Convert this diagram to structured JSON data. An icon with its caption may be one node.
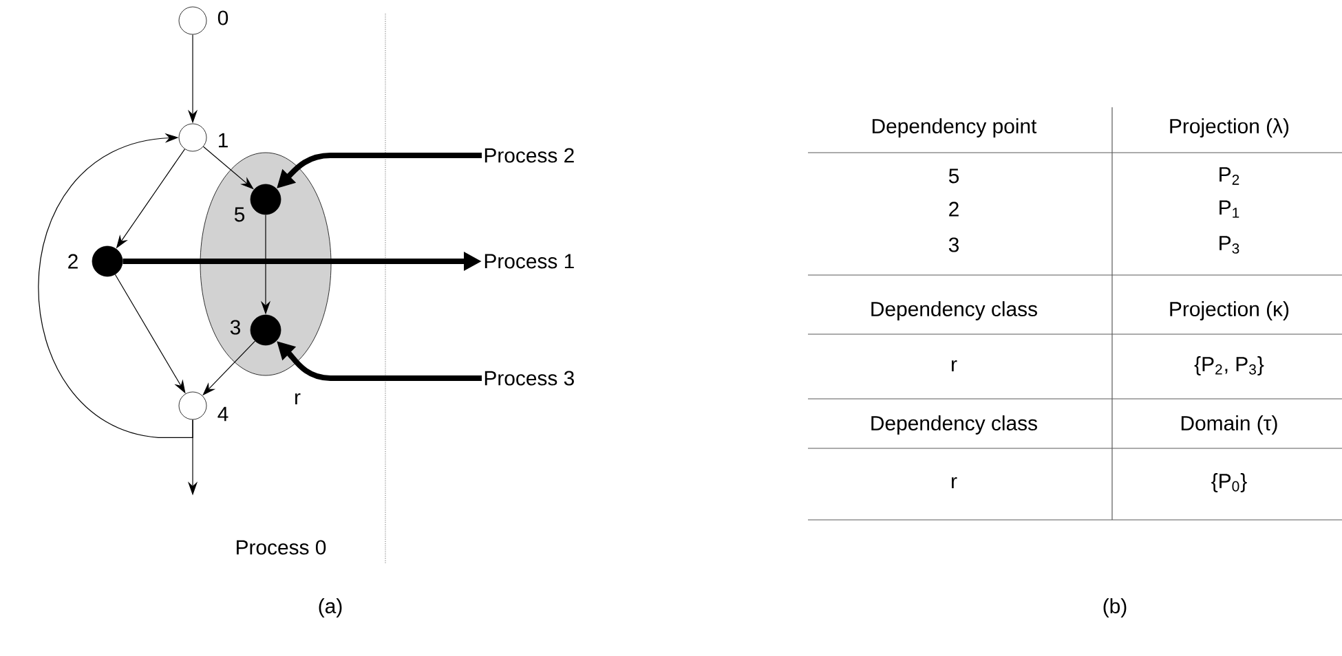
{
  "diagram": {
    "nodes": [
      {
        "text": [],
        "shape": "circle",
        "beside": [
          "0"
        ]
      },
      {
        "text": [],
        "shape": "circle",
        "beside": [
          "1"
        ]
      },
      {
        "text": [],
        "shape": "ellipse",
        "beside": [
          "r"
        ]
      },
      {
        "text": [],
        "shape": "circle",
        "beside": [
          "5"
        ],
        "in": 2
      },
      {
        "text": [],
        "shape": "circle",
        "beside": [
          "2"
        ]
      },
      {
        "text": [],
        "shape": "circle",
        "beside": [
          "3"
        ],
        "in": 2
      },
      {
        "text": [],
        "shape": "circle",
        "beside": [
          "4"
        ]
      },
      {
        "text": [
          "Process 2"
        ]
      },
      {
        "text": [
          "Process 1"
        ]
      },
      {
        "text": [
          "Process 3"
        ]
      }
    ],
    "edges": [
      {
        "from": 0,
        "to": 1,
        "arrow": "to"
      },
      {
        "from": 1,
        "to": 3,
        "arrow": "to"
      },
      {
        "from": 1,
        "to": 4,
        "arrow": "to"
      },
      {
        "from": 3,
        "to": 5,
        "arrow": "to"
      },
      {
        "from": 4,
        "to": 6,
        "arrow": "to"
      },
      {
        "from": 5,
        "to": 6,
        "arrow": "to"
      },
      {
        "from": 6,
        "to": 1,
        "arrow": "to"
      },
      {
        "from": 6,
        "to": null,
        "arrow": "to"
      },
      {
        "from": 4,
        "to": 8,
        "arrow": "to",
        "style": "thick"
      },
      {
        "from": 7,
        "to": 3,
        "arrow": "to",
        "style": "thick"
      },
      {
        "from": 9,
        "to": 5,
        "arrow": "to",
        "style": "thick"
      }
    ],
    "labels": [
      "Process 0",
      "(a)",
      "(b)",
      "Dependency point",
      "Projection  (λ)",
      "5",
      "P$_{2}$",
      "2",
      "P$_{1}$",
      "3",
      "P$_{3}$",
      "Dependency class",
      "Projection  (κ)",
      "r",
      "{P$_{2}$, P$_{3}$}",
      "Dependency class",
      "Domain (τ)",
      "r",
      "{P$_{0}$}"
    ]
  }
}
